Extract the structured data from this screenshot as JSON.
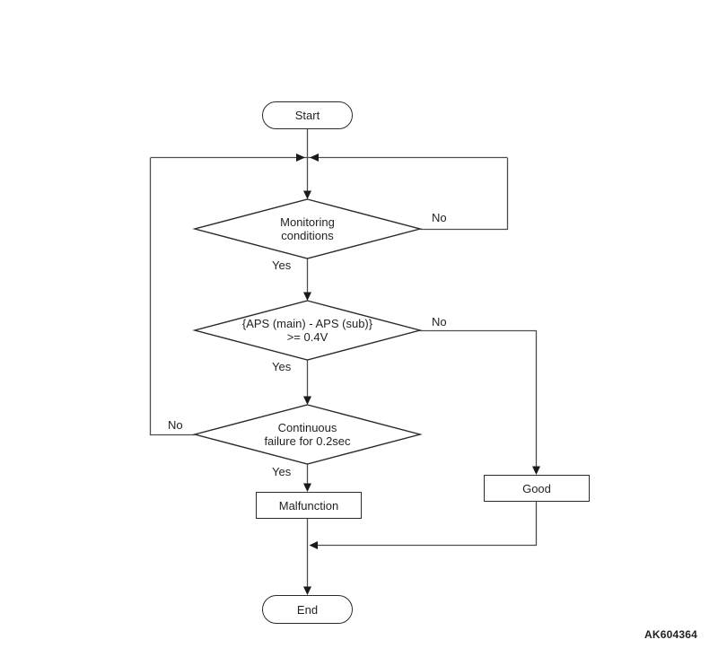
{
  "figure": {
    "code": "AK604364"
  },
  "nodes": {
    "start": {
      "label": "Start"
    },
    "monitoring_decision": {
      "label": "Monitoring\nconditions"
    },
    "aps_decision": {
      "label": "{APS (main) - APS (sub)}\n>= 0.4V"
    },
    "continuous_decision": {
      "label": "Continuous\nfailure for 0.2sec"
    },
    "malfunction": {
      "label": "Malfunction"
    },
    "good": {
      "label": "Good"
    },
    "end": {
      "label": "End"
    }
  },
  "edge_labels": {
    "monitoring_no": "No",
    "monitoring_yes": "Yes",
    "aps_no": "No",
    "aps_yes": "Yes",
    "continuous_no": "No",
    "continuous_yes": "Yes"
  },
  "colors": {
    "background": "#ffffff",
    "line": "#4d4d4d",
    "ink": "#231f20"
  }
}
